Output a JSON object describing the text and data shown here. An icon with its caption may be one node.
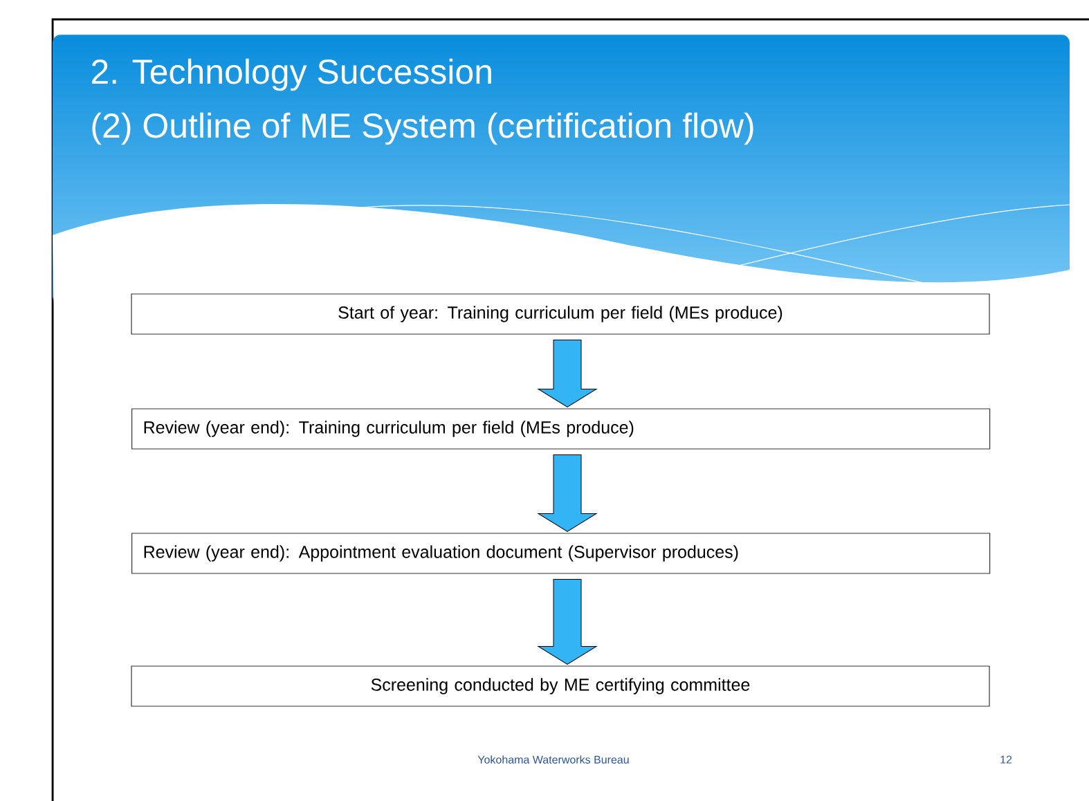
{
  "diagram": {
    "title": "2. Technology Succession",
    "nodes": [
      {
        "text": [
          "Start of year:  Training curriculum per field (MEs produce)"
        ]
      },
      {
        "text": [
          "Review (year end): Training curriculum per field (MEs produce)"
        ]
      },
      {
        "text": [
          "Review (year end):  Appointment evaluation document (Supervisor produces)"
        ]
      },
      {
        "text": [
          "Screening conducted by ME certifying committee"
        ]
      }
    ],
    "edges": [
      {
        "from": 0,
        "to": 1,
        "arrow": "to"
      },
      {
        "from": 1,
        "to": 2,
        "arrow": "to"
      },
      {
        "from": 2,
        "to": 3,
        "arrow": "to"
      }
    ],
    "labels": [
      "(2) Outline of ME System (certification flow)",
      "Yokohama Waterworks Bureau",
      "12"
    ]
  }
}
